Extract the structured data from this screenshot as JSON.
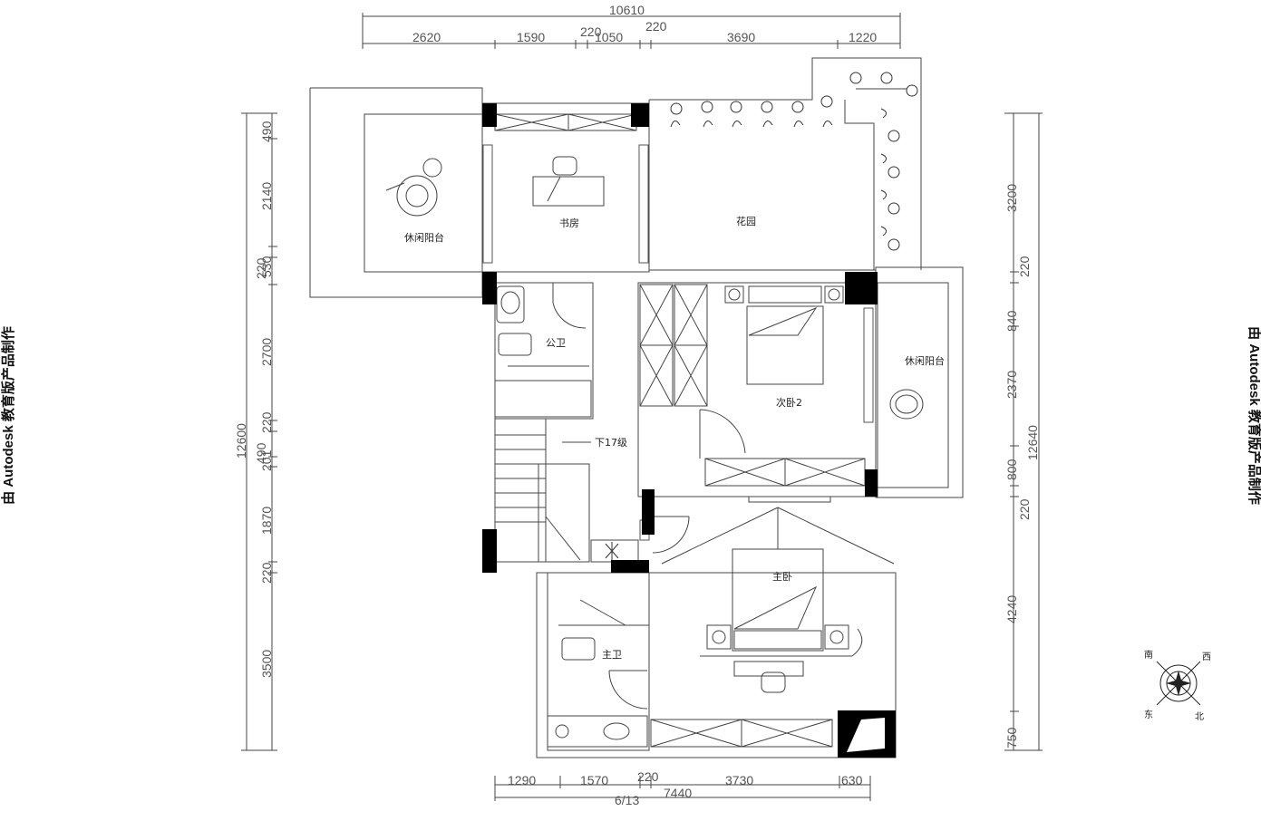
{
  "watermark": "由 Autodesk 教育版产品制作",
  "dims": {
    "top_total": "10610",
    "top_1": "2620",
    "top_2": "1590",
    "top_3": "220",
    "top_4": "1050",
    "top_5": "220",
    "top_6": "3690",
    "top_7": "1220",
    "left_1": "490",
    "left_2": "2140",
    "left_3": "220",
    "left_4": "530",
    "left_5": "2700",
    "left_6": "220",
    "left_7": "490",
    "left_8": "201",
    "left_9": "1870",
    "left_10": "220",
    "left_11": "3500",
    "left_total": "12600",
    "right_1": "3200",
    "right_2": "220",
    "right_3": "840",
    "right_4": "2370",
    "right_5": "800",
    "right_6": "220",
    "right_7": "4240",
    "right_8": "750",
    "right_total": "12640",
    "bottom_1": "1290",
    "bottom_2": "1570",
    "bottom_3": "220",
    "bottom_4": "3730",
    "bottom_5": "630",
    "bottom_total": "7440"
  },
  "rooms": {
    "leisure_balcony_left": "休闲阳台",
    "study": "书房",
    "garden": "花园",
    "public_bath": "公卫",
    "second_bedroom": "次卧2",
    "leisure_balcony_right": "休闲阳台",
    "stairs": "下17级",
    "master_bedroom": "主卧",
    "master_bath": "主卫"
  },
  "compass": {
    "south": "南",
    "west": "西",
    "east": "东",
    "north": "北"
  },
  "page_number": "6/13"
}
